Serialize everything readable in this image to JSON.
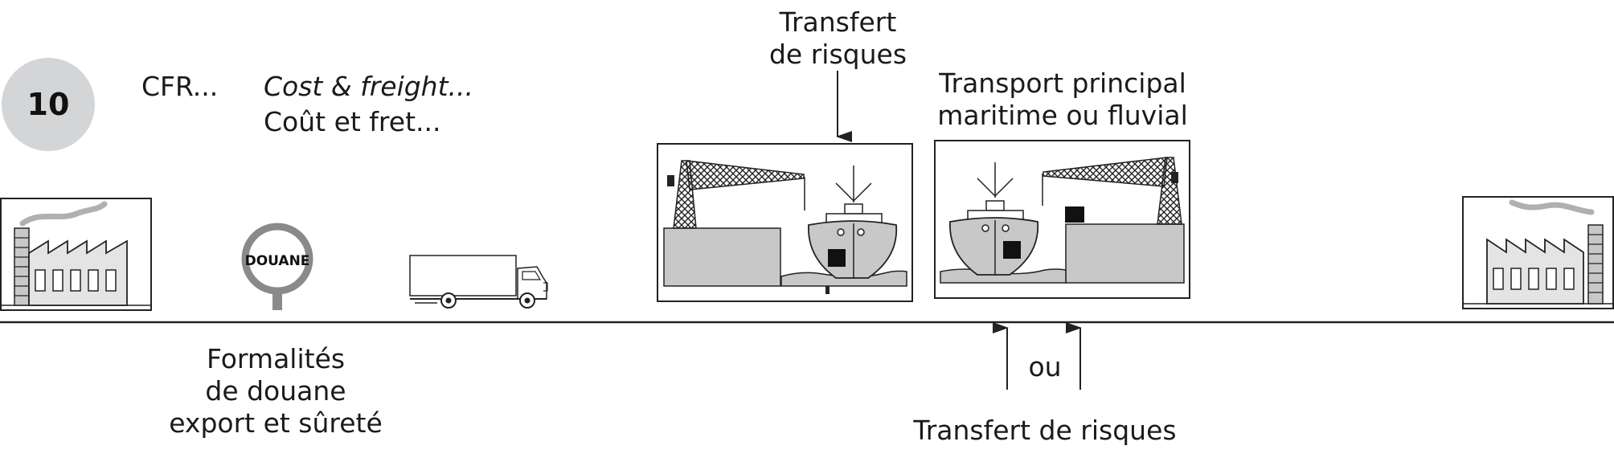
{
  "badge": {
    "number": "10"
  },
  "header": {
    "code": "CFR...",
    "name_en": "Cost & freight...",
    "name_fr": "Coût et fret..."
  },
  "customs": {
    "sign": "DOUANE",
    "caption_line1": "Formalités",
    "caption_line2": "de douane",
    "caption_line3": "export et sûreté"
  },
  "risk_top": {
    "line1": "Transfert",
    "line2": "de risques"
  },
  "main_transport": {
    "line1": "Transport principal",
    "line2": "maritime ou fluvial"
  },
  "risk_bottom": {
    "or": "ou",
    "label": "Transfert de risques"
  },
  "colors": {
    "stroke": "#222222",
    "fill": "#c8c8c8",
    "badge": "#d4d5d7",
    "pole": "#8a8a8a"
  }
}
